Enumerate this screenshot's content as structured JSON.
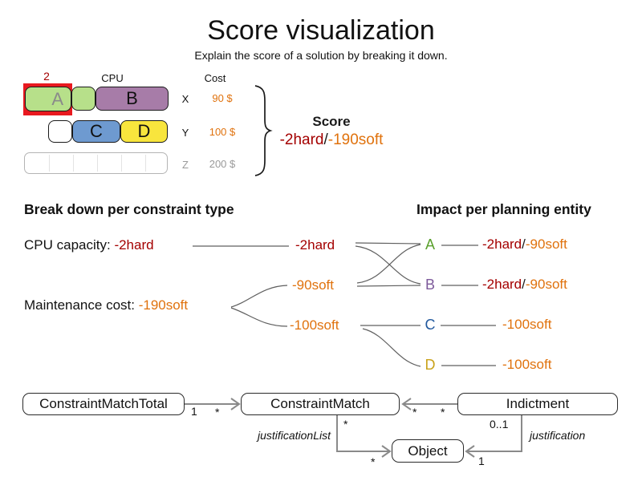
{
  "header": {
    "title": "Score visualization",
    "subtitle": "Explain the score of a solution by breaking it down."
  },
  "colors": {
    "hard": "#a40000",
    "soft": "#e0720d",
    "flag": "#e8191f",
    "entity-a": "#5aa02c",
    "entity-b": "#7d5a9b",
    "entity-c": "#22599e",
    "entity-d": "#c9a21a",
    "fill-green": "#b7e08a",
    "fill-purple": "#a77ca8",
    "fill-blue": "#6e9ad0",
    "fill-yellow": "#f8e53d"
  },
  "machine": {
    "overload": "2",
    "cpu_header": "CPU",
    "cost_header": "Cost",
    "processes": {
      "a": "A",
      "b": "B",
      "c": "C",
      "d": "D"
    },
    "rows": [
      {
        "machine": "X",
        "cost": "90 $"
      },
      {
        "machine": "Y",
        "cost": "100 $"
      },
      {
        "machine": "Z",
        "cost": "200 $"
      }
    ]
  },
  "score_panel": {
    "label": "Score",
    "hard": "-2hard",
    "separator": "/",
    "soft": "-190soft"
  },
  "breakdown": {
    "heading": "Break down per constraint type",
    "cpu_label": "CPU capacity: ",
    "cpu_value": "-2hard",
    "maintenance_label": "Maintenance cost: ",
    "maintenance_value": "-190soft",
    "mid": {
      "hard": "-2hard",
      "soft90": "-90soft",
      "soft100": "-100soft"
    }
  },
  "impact": {
    "heading": "Impact per planning entity",
    "entities": [
      {
        "name": "A",
        "hard": "-2hard",
        "separator": "/",
        "soft": "-90soft"
      },
      {
        "name": "B",
        "hard": "-2hard",
        "separator": "/",
        "soft": "-90soft"
      },
      {
        "name": "C",
        "soft": "-100soft"
      },
      {
        "name": "D",
        "soft": "-100soft"
      }
    ]
  },
  "uml": {
    "constraint_match_total": "ConstraintMatchTotal",
    "constraint_match": "ConstraintMatch",
    "indictment": "Indictment",
    "object": "Object",
    "cmt_cm": {
      "one": "1",
      "many": "*"
    },
    "ind_cm": {
      "left": "*",
      "right": "*"
    },
    "cm_obj": {
      "top": "*",
      "role": "justificationList",
      "near": "*"
    },
    "ind_obj": {
      "top": "0..1",
      "role": "justification",
      "near": "1"
    }
  }
}
